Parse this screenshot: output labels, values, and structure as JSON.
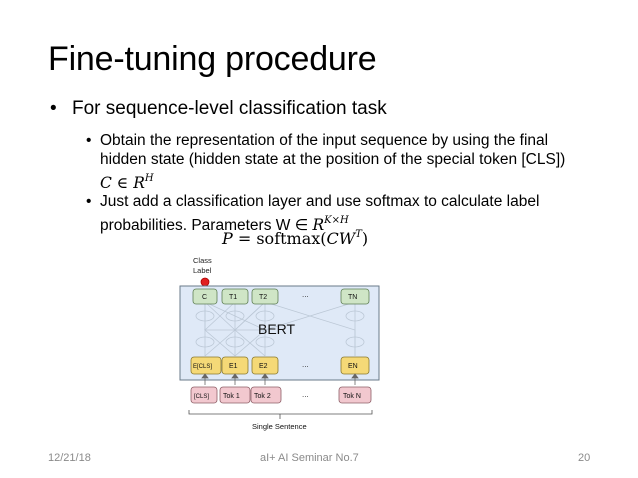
{
  "slide": {
    "title": "Fine-tuning procedure",
    "bullet1": "For sequence-level classification task",
    "sub1": {
      "text": "Obtain the representation of the input sequence by using the final hidden state (hidden state at the position of the special token [CLS]) ",
      "math_C": "C",
      "math_in": " ∈ ",
      "math_R": "R",
      "math_H": "H"
    },
    "sub2": {
      "text": "Just add a classification layer and use softmax to calculate label probabilities. Parameters W ∈ ",
      "math_R": "R",
      "math_KH": "K×H"
    },
    "formula": {
      "P": "P",
      "eq": " = softmax(",
      "CW": "CW",
      "T": "T",
      "close": ")"
    }
  },
  "diagram": {
    "class_label": [
      "Class",
      "Label"
    ],
    "top_row": [
      "C",
      "T1",
      "T2",
      "...",
      "TN"
    ],
    "model_label": "BERT",
    "emb_row": [
      "E[CLS]",
      "E1",
      "E2",
      "...",
      "EN"
    ],
    "tok_row": [
      "[CLS]",
      "Tok 1",
      "Tok 2",
      "...",
      "Tok N"
    ],
    "caption": "Single Sentence",
    "colors": {
      "top_box": "#cfe5c6",
      "emb_box": "#f5d977",
      "tok_box": "#f2c8cf",
      "model_bg": "#dfe9f7",
      "class_dot": "#e02020"
    }
  },
  "footer": {
    "date": "12/21/18",
    "center": "aI+ AI Seminar No.7",
    "page": "20"
  }
}
